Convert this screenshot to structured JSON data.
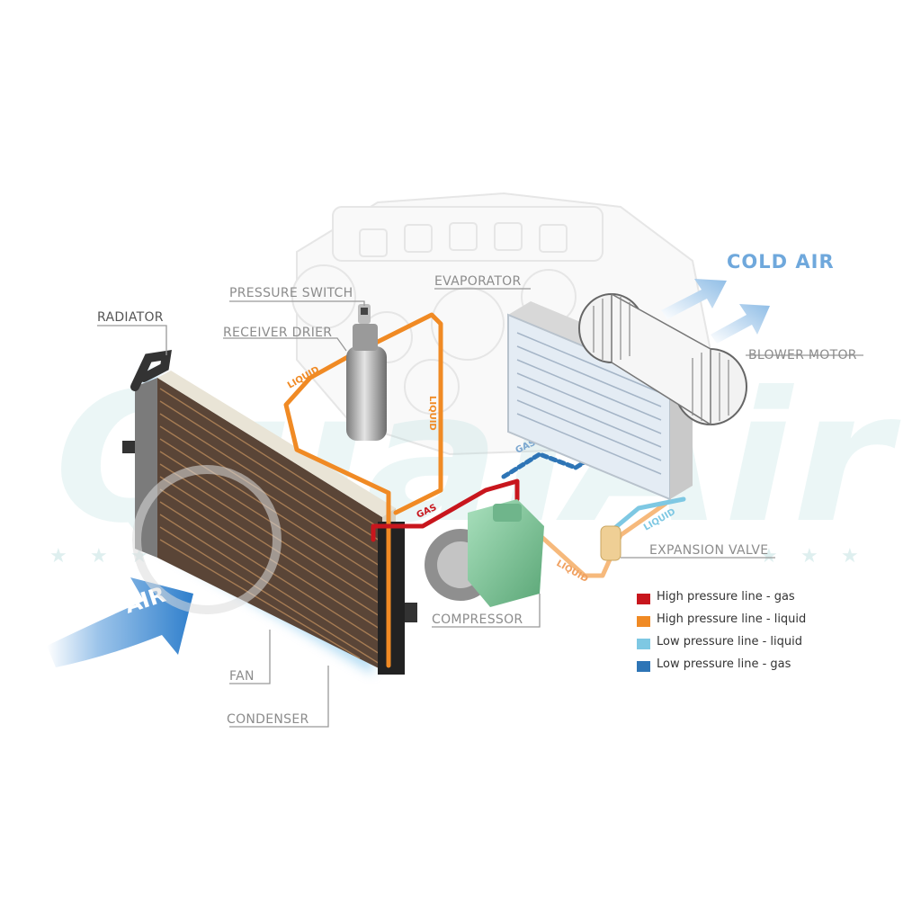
{
  "labels": {
    "radiator": "RADIATOR",
    "pressure_switch": "PRESSURE SWITCH",
    "receiver_drier": "RECEIVER DRIER",
    "evaporator": "EVAPORATOR",
    "cold_air": "COLD AIR",
    "blower_motor": "BLOWER MOTOR",
    "expansion_valve": "EXPANSION VALVE",
    "compressor": "COMPRESSOR",
    "fan": "FAN",
    "condenser": "CONDENSER",
    "air": "AIR"
  },
  "pipe_labels": {
    "liquid_top": "LIQUID",
    "liquid_right": "LIQUID",
    "gas_red": "GAS",
    "gas_blue": "GAS",
    "liquid_blue": "LIQUID",
    "liquid_bottom": "LIQUID"
  },
  "watermark": "QualAir",
  "legend": [
    {
      "label": "High pressure line - gas",
      "color": "#c8161d"
    },
    {
      "label": "High pressure line - liquid",
      "color": "#f08a24"
    },
    {
      "label": "Low pressure line - liquid",
      "color": "#7ec8e3"
    },
    {
      "label": "Low pressure line -  gas",
      "color": "#2e75b6"
    }
  ],
  "colors": {
    "high_gas": "#c8161d",
    "high_liquid": "#f08a24",
    "low_liquid": "#7ec8e3",
    "low_gas": "#2e75b6",
    "air_arrow": "#3d86cc"
  }
}
